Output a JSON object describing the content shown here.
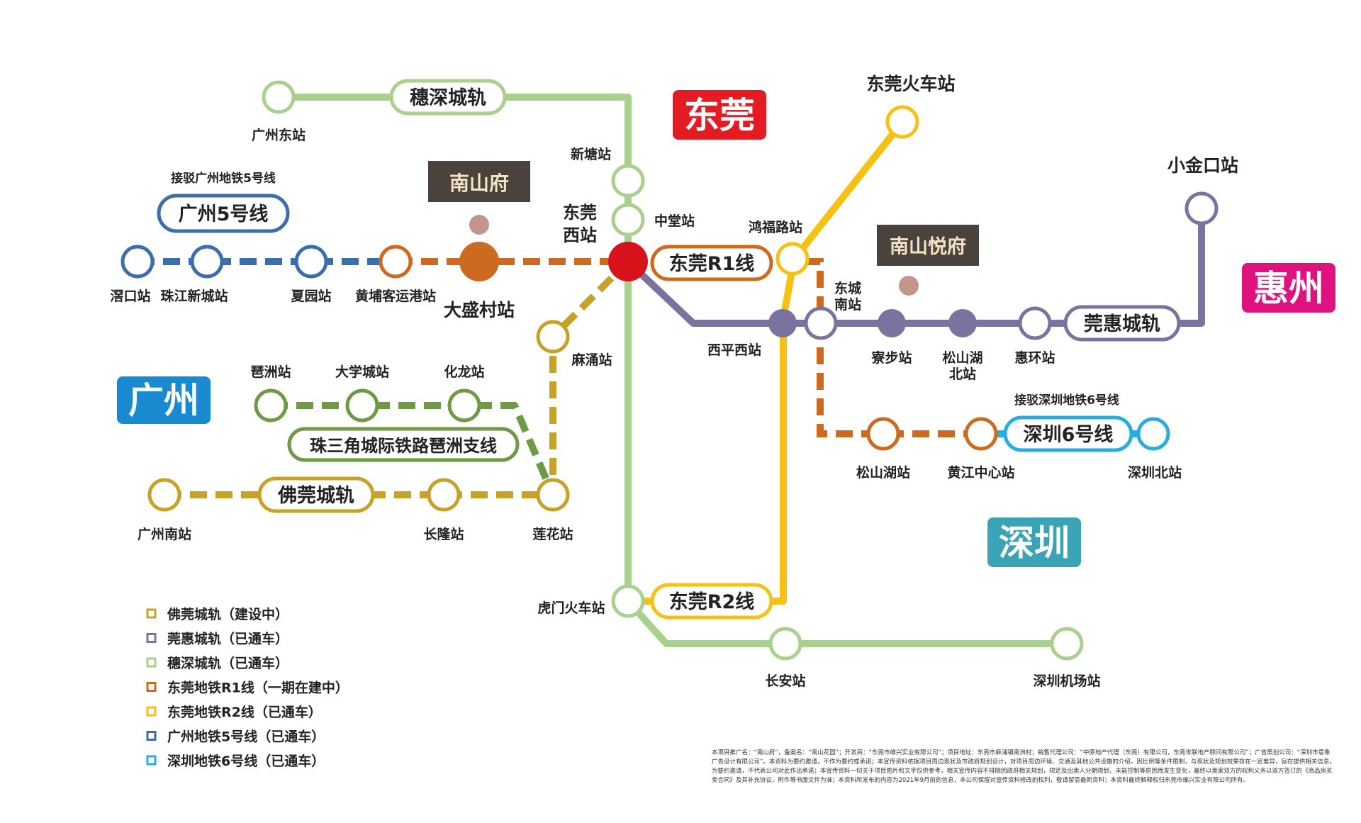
{
  "colors": {
    "foguan": "#c7a226",
    "guanhui": "#7b739f",
    "suishen": "#a9d18e",
    "r1": "#cc6a1f",
    "r2": "#f5c214",
    "gz5": "#3a6ead",
    "sz6": "#27aee0",
    "zhusan": "#6f9a45",
    "dongguan_tag": "#e31b23",
    "huizhou_tag": "#e0127f",
    "guangzhou_tag": "#1a8ad0",
    "shenzhen_tag": "#3aa3b5",
    "project_box": "#4a423c",
    "project_dot": "#c4958a",
    "hub": "#d7121a"
  },
  "regions": {
    "dongguan": "东莞",
    "huizhou": "惠州",
    "guangzhou": "广州",
    "shenzhen": "深圳"
  },
  "line_names": {
    "suishen": "穗深城轨",
    "gz5": "广州5号线",
    "gz5_note": "接驳广州地铁5号线",
    "r1": "东莞R1线",
    "r2": "东莞R2线",
    "guanhui": "莞惠城轨",
    "sz6": "深圳6号线",
    "sz6_note": "接驳深圳地铁6号线",
    "zhusan": "珠三角城际铁路琶洲支线",
    "foguan": "佛莞城轨"
  },
  "projects": {
    "nanshanfu": "南山府",
    "nanshanyuefu": "南山悦府"
  },
  "stations": {
    "guangzhoudong": "广州东站",
    "xintang": "新塘站",
    "zhongtang": "中堂站",
    "dongguanxi_1": "东莞",
    "dongguanxi_2": "西站",
    "honghulu": "鸿福路站",
    "dongguanhuoche": "东莞火车站",
    "xiaojinkou": "小金口站",
    "jiaokou": "滘口站",
    "zhujiangxincheng": "珠江新城站",
    "xiayuan": "夏园站",
    "huangpu": "黄埔客运港站",
    "dashengcun": "大盛村站",
    "dongcheng_1": "东城",
    "dongcheng_2": "南站",
    "xipingxi": "西平西站",
    "liaobu": "寮步站",
    "songshanhubei_1": "松山湖",
    "songshanhubei_2": "北站",
    "huihuan": "惠环站",
    "mayong": "麻涌站",
    "pazhou": "琶洲站",
    "daxuecheng": "大学城站",
    "hualong": "化龙站",
    "songshanhu": "松山湖站",
    "huangjiang": "黄江中心站",
    "shenzhenbei": "深圳北站",
    "guangzhounan": "广州南站",
    "changlong": "长隆站",
    "lianhua": "莲花站",
    "humen": "虎门火车站",
    "changan": "长安站",
    "shenzhenjichang": "深圳机场站"
  },
  "legend": [
    {
      "label": "佛莞城轨（建设中）",
      "color": "#c7a226"
    },
    {
      "label": "莞惠城轨（已通车）",
      "color": "#7b739f"
    },
    {
      "label": "穗深城轨（已通车）",
      "color": "#a9d18e"
    },
    {
      "label": "东莞地铁R1线（一期在建中）",
      "color": "#cc6a1f"
    },
    {
      "label": "东莞地铁R2线（已通车）",
      "color": "#f5c214"
    },
    {
      "label": "广州地铁5号线（已通车）",
      "color": "#3a6ead"
    },
    {
      "label": "深圳地铁6号线（已通车）",
      "color": "#27aee0"
    }
  ],
  "disclaimer": "本项目推广名：“南山府”，备案名：“南山花园”；开发商：“东莞市维兴实业有限公司”；项目地址：东莞市麻涌镇南洲村；销售代理公司：“中原地产代理（东莞）有限公司，东莞世联地产顾问有限公司”；广告策划公司：“深圳市意象广告设计有限公司”。本资料为要约邀请，不作为要约或承诺；本宣传资料依据项目周边现状及市政府规划设计，对项目周边环境、交通及其他公共设施的介绍，因比例等条件限制，与现状及规划效果存在一定差异，旨在提供相关信息，为要约邀请，不代表公司对此作出承诺；本宣传资料一切关于项目图片和文字仅供参考，相关宣传内容不排除因政府相关规划，规定及出卖人分期规划、未能控制等原因而发生变化，最终以卖家双方的权利义务以双方签订的《商品房买卖合同》及其补充协议、附件等书面文件为准；本资料所发布的内容为2021年9月前的信息，本公司保留对宣传资料修改的权利，敬请留意最新资料；本资料最终解释权归东莞市维兴实业有限公司所有。"
}
